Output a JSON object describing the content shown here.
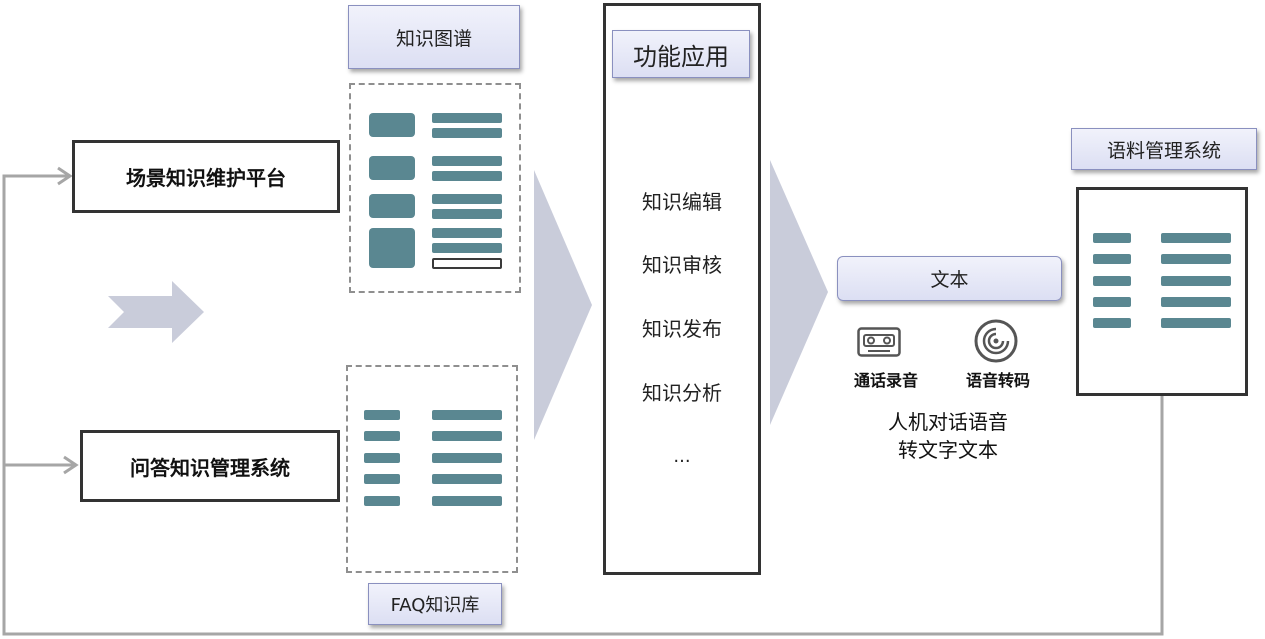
{
  "left_platforms": {
    "scene": "场景知识维护平台",
    "qa": "问答知识管理系统"
  },
  "knowledge_graph": {
    "label": "知识图谱"
  },
  "faq": {
    "label": "FAQ知识库"
  },
  "functions": {
    "title": "功能应用",
    "items": [
      "知识编辑",
      "知识审核",
      "知识发布",
      "知识分析",
      "..."
    ]
  },
  "text_box": {
    "label": "文本"
  },
  "icons": {
    "recording": {
      "label": "通话录音",
      "icon": "cassette-tape-icon"
    },
    "transcode": {
      "label": "语音转码",
      "icon": "voice-wave-icon"
    }
  },
  "transcript_note": {
    "line1": "人机对话语音",
    "line2": "转文字文本"
  },
  "corpus": {
    "label": "语料管理系统"
  },
  "colors": {
    "accent": "#5a8791",
    "arrow": "#c9ccda",
    "lavender": "#dcdff3",
    "line": "#a6a6a6"
  }
}
